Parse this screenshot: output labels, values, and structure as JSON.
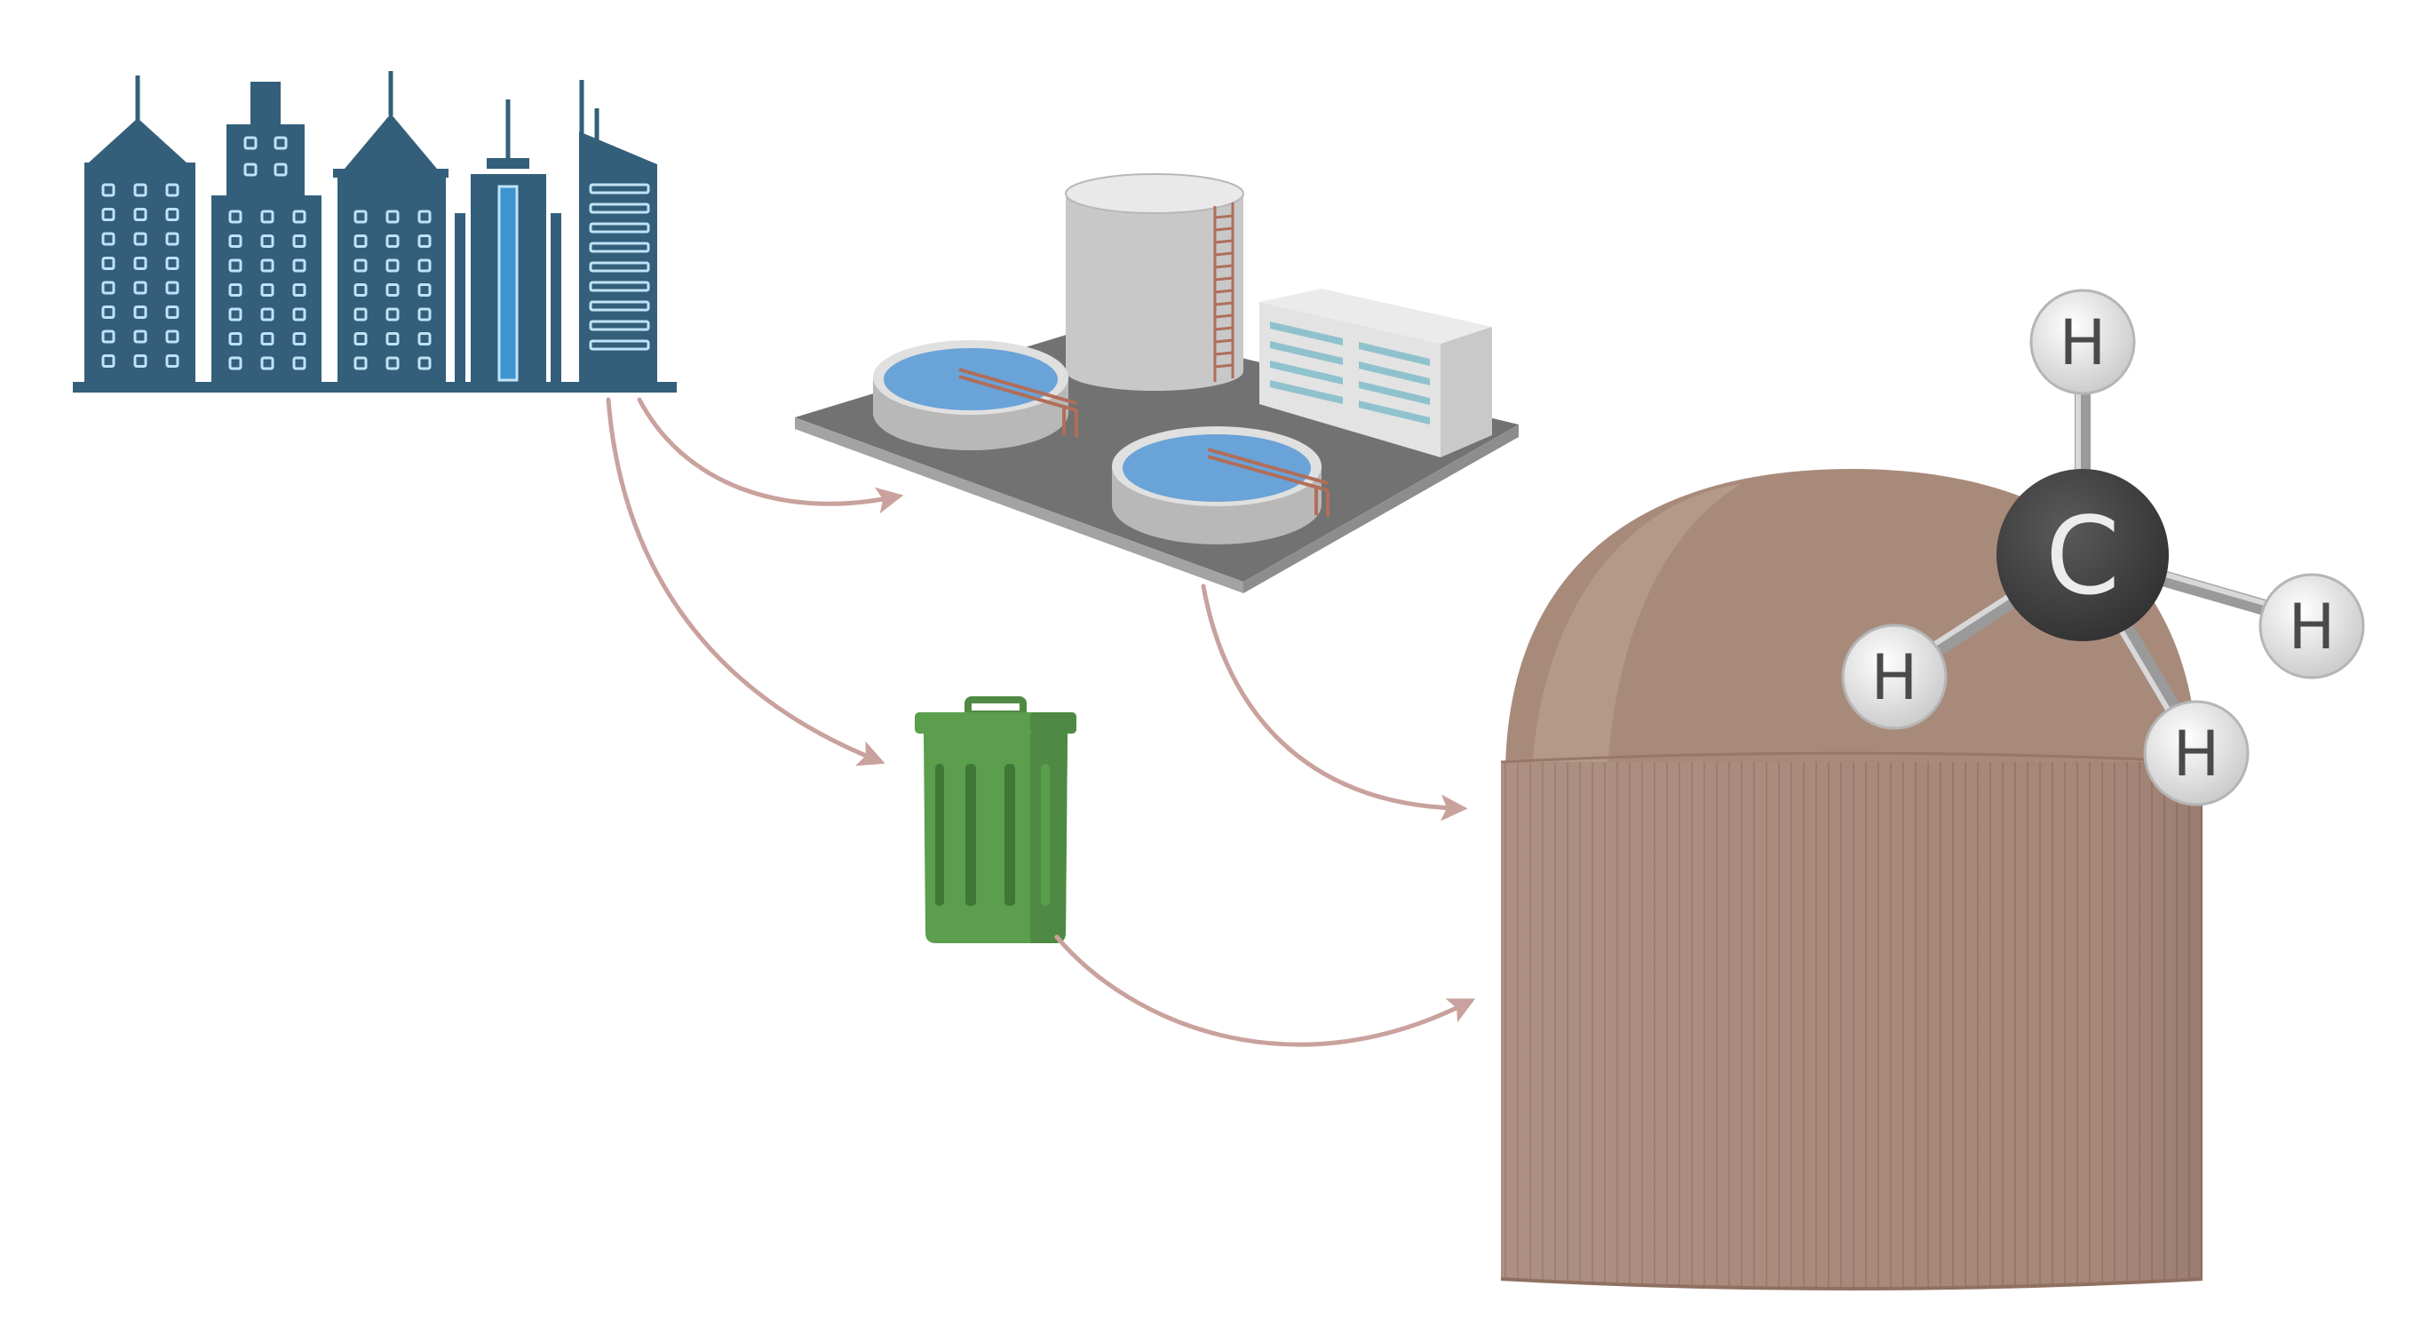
{
  "diagram": {
    "nodes": [
      {
        "id": "city",
        "icon": "city-buildings-icon"
      },
      {
        "id": "treatment",
        "icon": "wastewater-treatment-plant-icon"
      },
      {
        "id": "waste",
        "icon": "trash-bin-icon"
      },
      {
        "id": "digester",
        "icon": "biogas-digester-icon"
      },
      {
        "id": "methane",
        "icon": "methane-molecule-icon"
      }
    ],
    "edges": [
      {
        "from": "city",
        "to": "treatment"
      },
      {
        "from": "city",
        "to": "waste"
      },
      {
        "from": "treatment",
        "to": "digester"
      },
      {
        "from": "waste",
        "to": "digester"
      }
    ],
    "molecule": {
      "center": "C",
      "atoms": [
        "H",
        "H",
        "H",
        "H"
      ]
    }
  },
  "colors": {
    "buildings": "#335f7b",
    "windows": "#bfe3f7",
    "accent_blue": "#3d94cf",
    "arrow": "#c9a19d",
    "bin": "#5a9e4e",
    "digester": "#a68778",
    "dome": "#a88a7b",
    "carbon": "#444444",
    "hydrogen": "#e6e6e6",
    "platform": "#727272",
    "water": "#6aa3d8"
  }
}
